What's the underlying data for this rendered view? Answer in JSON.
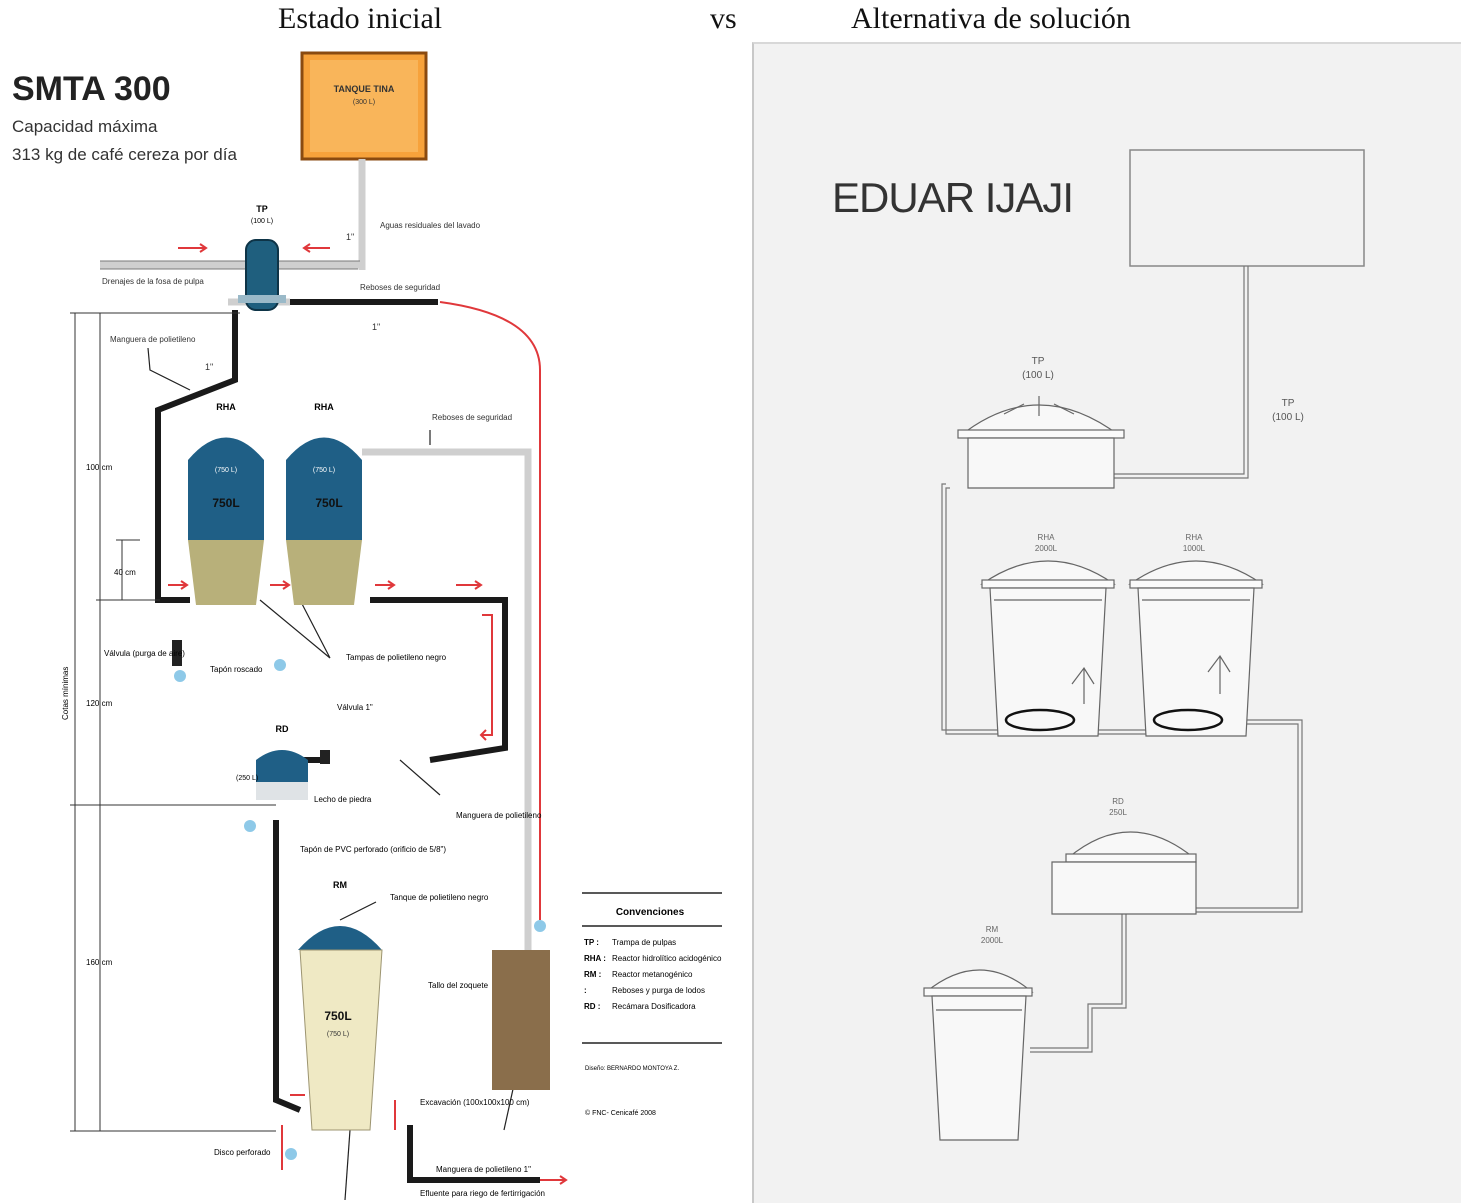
{
  "header": {
    "left_title": "Estado inicial",
    "vs": "vs",
    "right_title": "Alternativa de solución"
  },
  "left": {
    "title": "SMTA 300",
    "capacity_label": "Capacidad máxima",
    "capacity_value": "313 kg de café cereza por día",
    "tank_top": "TANQUE TINA",
    "tank_top_sub": "(300 L)",
    "tp_label": "TP",
    "tp_sub": "(100 L)",
    "aguas": "Aguas residuales del lavado",
    "drenajes": "Drenajes de la fosa de pulpa",
    "reboses_seguridad": "Reboses de seguridad",
    "manguera_polietileno": "Manguera de polietileno",
    "rha_label": "RHA",
    "rha_left_cap": "(750 L)",
    "rha_right_cap": "(750 L)",
    "rha_left_vol": "750L",
    "rha_right_vol": "750L",
    "reboses_seg2": "Reboses de seguridad",
    "dim_top": "100 cm",
    "dim_40": "40 cm",
    "dim_120": "120 cm",
    "dim_160": "160 cm",
    "cotas": "Cotas mínimas",
    "valvula_purga": "Válvula (purga de aire)",
    "tapon_roscado": "Tapón roscado",
    "tampas": "Tampas de polietileno negro",
    "valvula_1": "Válvula 1\"",
    "rd_label": "RD",
    "rd_cap": "(250 L)",
    "lecho_piedra": "Lecho de piedra",
    "manguera2": "Manguera de polietileno",
    "tapon_pvc": "Tapón de PVC perforado (orificio de 5/8\")",
    "rm_label": "RM",
    "tanque_negro": "Tanque de polietileno negro",
    "rm_vol": "750L",
    "rm_cap": "(750 L)",
    "tallo": "Tallo del zoquete",
    "excavacion": "Excavación (100x100x100 cm)",
    "disco": "Disco perforado",
    "manguera3": "Manguera de polietileno 1\"",
    "efluente": "Efluente para riego de fertirrigación",
    "pipe_1in": "1\"",
    "conventions_title": "Convenciones",
    "conventions": [
      {
        "code": "TP :",
        "desc": "Trampa de pulpas"
      },
      {
        "code": "RHA :",
        "desc": "Reactor hidrolítico acidogénico"
      },
      {
        "code": "RM :",
        "desc": "Reactor metanogénico"
      },
      {
        "code": ":",
        "desc": "Reboses y purga de lodos"
      },
      {
        "code": "RD :",
        "desc": "Recámara Dosificadora"
      }
    ],
    "credit": "Diseño: BERNARDO MONTOYA Z.",
    "copyright": "© FNC- Cenicafé 2008"
  },
  "right": {
    "title": "EDUAR IJAJI",
    "tp_label": "TP",
    "tp_cap": "(100 L)",
    "tp2_label": "TP",
    "tp2_cap": "(100 L)",
    "rha1_label": "RHA",
    "rha1_cap": "2000L",
    "rha2_label": "RHA",
    "rha2_cap": "1000L",
    "rd_label": "RD",
    "rd_cap": "250L",
    "rm_label": "RM",
    "rm_cap": "2000L"
  }
}
